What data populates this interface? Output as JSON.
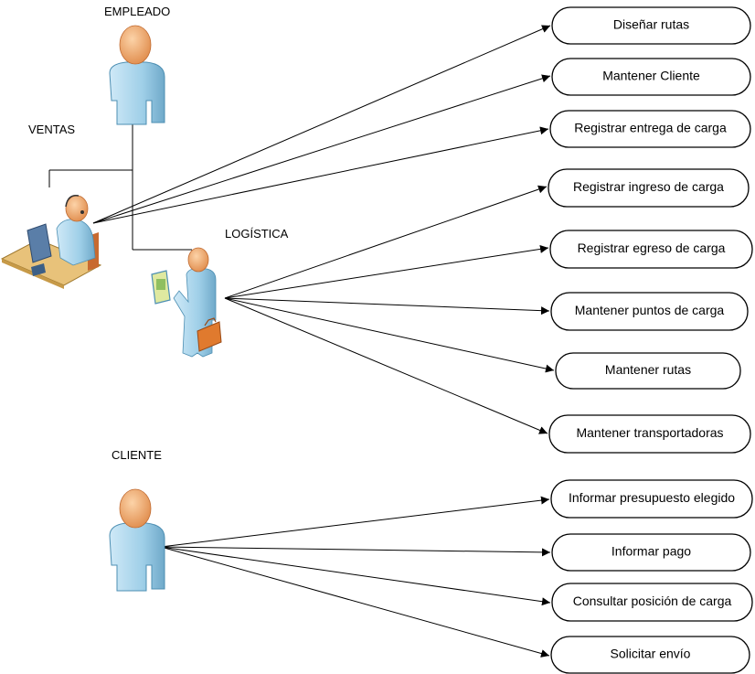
{
  "actors": {
    "empleado": {
      "label": "EMPLEADO"
    },
    "ventas": {
      "label": "VENTAS"
    },
    "logistica": {
      "label": "LOGÍSTICA"
    },
    "cliente": {
      "label": "CLIENTE"
    }
  },
  "use_cases": {
    "ventas": [
      {
        "label": "Diseñar rutas"
      },
      {
        "label": "Mantener Cliente"
      },
      {
        "label": "Registrar entrega de carga"
      }
    ],
    "logistica": [
      {
        "label": "Registrar ingreso de carga"
      },
      {
        "label": "Registrar egreso de carga"
      },
      {
        "label": "Mantener puntos de carga"
      },
      {
        "label": "Mantener rutas"
      },
      {
        "label": "Mantener transportadoras"
      }
    ],
    "cliente": [
      {
        "label": "Informar presupuesto elegido"
      },
      {
        "label": "Informar pago"
      },
      {
        "label": "Consultar posición de carga"
      },
      {
        "label": "Solicitar envío"
      }
    ]
  },
  "colors": {
    "skin": "#f2a76b",
    "body": "#9fcfe8",
    "desk": "#e8c27a",
    "case": "#e07a2e",
    "line": "#000000"
  }
}
